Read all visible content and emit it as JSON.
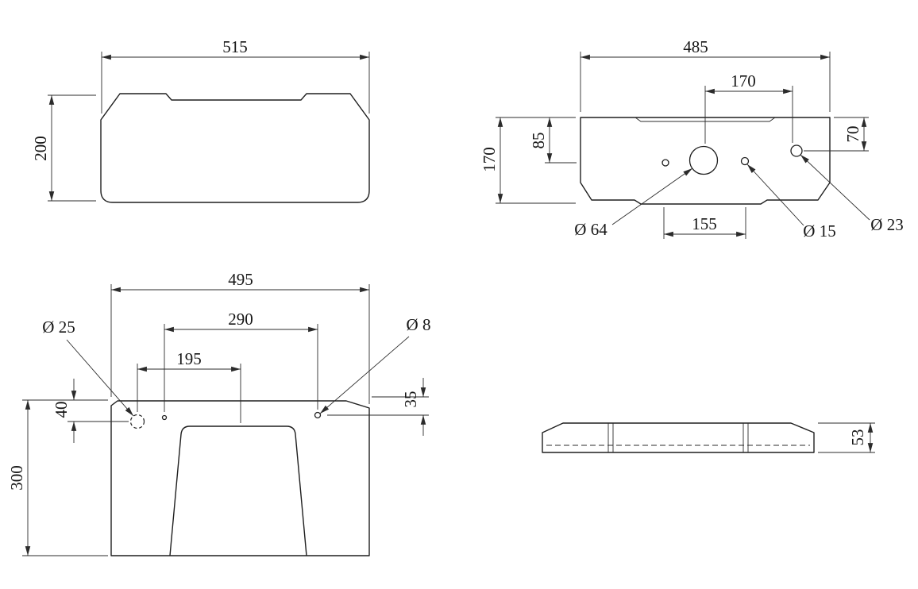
{
  "front_view": {
    "width": "515",
    "height": "200"
  },
  "top_view": {
    "width": "485",
    "lid_offset": "170",
    "depth": "170",
    "hole_depth": "85",
    "corner_hole_depth": "70",
    "hole_spacing": "155",
    "big_hole": "Ø 64",
    "small_hole": "Ø 15",
    "corner_hole": "Ø 23"
  },
  "rear_view": {
    "width": "495",
    "hole_span": "290",
    "hole_to_center": "195",
    "left_hole": "Ø 25",
    "right_hole": "Ø 8",
    "right_hole_depth": "35",
    "left_hole_depth": "40",
    "height": "300"
  },
  "side_view": {
    "height": "53"
  }
}
